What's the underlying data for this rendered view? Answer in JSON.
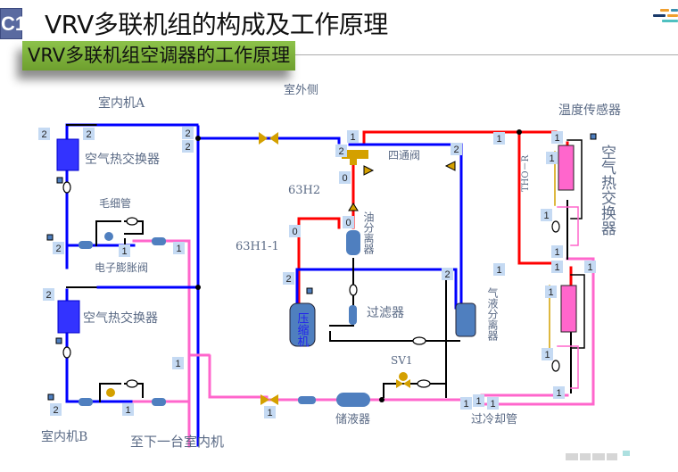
{
  "header": {
    "section_badge": "C1",
    "title": "VRV多联机组的构成及工作原理",
    "subtitle": "VRV多联机组空调器的工作原理"
  },
  "labels": {
    "outdoor_side": "室外侧",
    "indoor_a": "室内机A",
    "indoor_b": "室内机B",
    "hx_a": "空气热交换器",
    "hx_b": "空气热交换器",
    "capillary": "毛细管",
    "eev": "电子膨胀阀",
    "next_unit": "至下一台室内机",
    "four_way": "四通阀",
    "h2": "63H2",
    "h1": "63H1-1",
    "oil_sep": "油分离器",
    "filter": "过滤器",
    "compressor": "压缩机",
    "gas_liquid_sep": "气液分离器",
    "sv1": "SV1",
    "receiver": "储液器",
    "subcool": "过冷却管",
    "temp_sensor": "温度传感器",
    "tho_r": "THO－R",
    "outdoor_hx": "空气热交换器"
  },
  "badges": [
    "2",
    "2",
    "2",
    "2",
    "2",
    "1",
    "1",
    "2",
    "2",
    "1",
    "1",
    "1",
    "1",
    "2",
    "0",
    "0",
    "0",
    "2",
    "2",
    "2",
    "1",
    "1",
    "1",
    "1",
    "1",
    "1",
    "1",
    "1",
    "1",
    "1",
    "1",
    "1",
    "1",
    "1"
  ],
  "colors": {
    "high_pressure_gas": "#ff0000",
    "low_pressure_gas": "#0000ff",
    "liquid": "#ff66cc",
    "component": "#4f7fbf",
    "valve": "#d4a000",
    "heat_exchanger_indoor": "#3333ff",
    "heat_exchanger_outdoor": "#ff66cc",
    "subtitle_bg": "#7db03a"
  }
}
